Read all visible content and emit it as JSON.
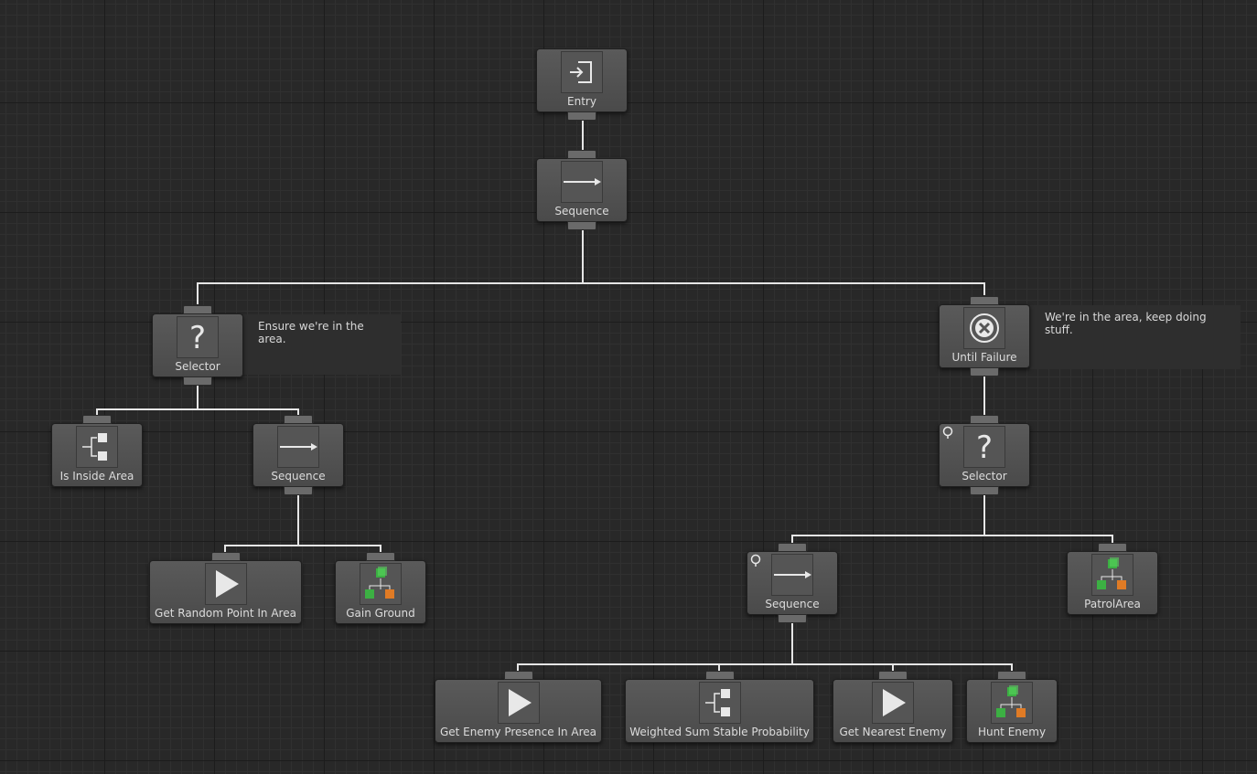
{
  "nodes": {
    "entry": {
      "label": "Entry",
      "icon": "entry-icon"
    },
    "root_sequence": {
      "label": "Sequence",
      "icon": "sequence-arrow-icon"
    },
    "left_selector": {
      "label": "Selector",
      "icon": "question-mark-icon"
    },
    "is_inside_area": {
      "label": "Is Inside Area",
      "icon": "condition-branch-icon"
    },
    "left_sequence": {
      "label": "Sequence",
      "icon": "sequence-arrow-icon"
    },
    "get_random_point": {
      "label": "Get Random Point In Area",
      "icon": "play-icon"
    },
    "gain_ground": {
      "label": "Gain Ground",
      "icon": "subtree-cubes-icon"
    },
    "until_failure": {
      "label": "Until Failure",
      "icon": "until-failure-icon"
    },
    "right_selector": {
      "label": "Selector",
      "icon": "question-mark-icon"
    },
    "right_sequence": {
      "label": "Sequence",
      "icon": "sequence-arrow-icon"
    },
    "patrol_area": {
      "label": "PatrolArea",
      "icon": "subtree-cubes-icon"
    },
    "get_enemy_presence": {
      "label": "Get Enemy Presence In Area",
      "icon": "play-icon"
    },
    "weighted_sum": {
      "label": "Weighted Sum Stable Probability",
      "icon": "condition-branch-icon"
    },
    "get_nearest_enemy": {
      "label": "Get Nearest Enemy",
      "icon": "play-icon"
    },
    "hunt_enemy": {
      "label": "Hunt Enemy",
      "icon": "subtree-cubes-icon"
    }
  },
  "comments": {
    "left": "Ensure we're in the area.",
    "right": "We're in the area, keep doing stuff."
  },
  "colors": {
    "background": "#282828",
    "node": "#4f4f4f",
    "wire": "#e6e6e6",
    "cube_green": "#3cb043",
    "cube_orange": "#e07b25"
  }
}
